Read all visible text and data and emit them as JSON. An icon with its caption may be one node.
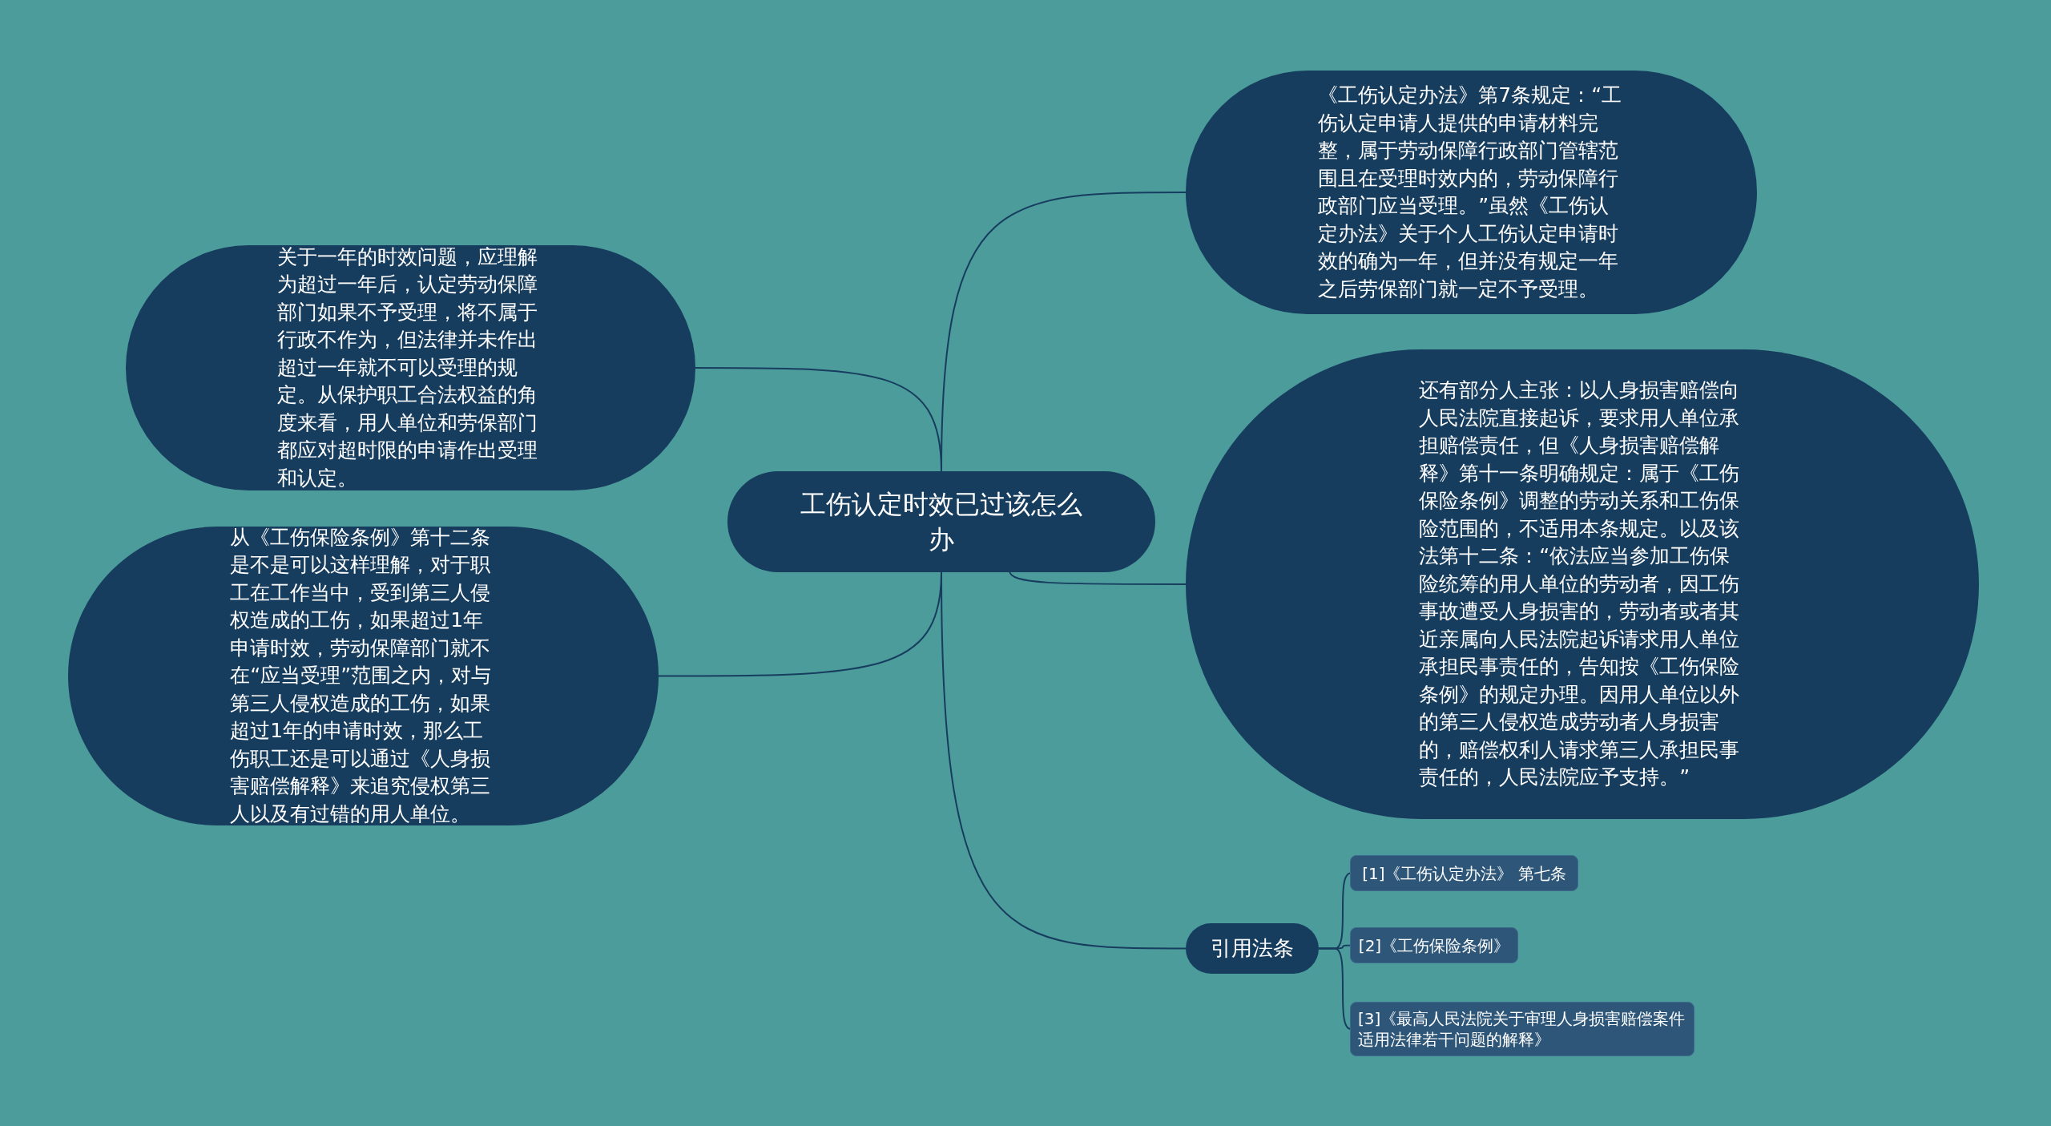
{
  "diagram": {
    "nodes": [
      {
        "text": [
          "工伤认定时效已过该怎么办"
        ]
      },
      {
        "text": [
          "《工伤认定办法》第7条规定：“工伤认定申请人提供的申请材料完整，属于劳动保障行政部门管辖范围且在受理时效内的，劳动保障行政部门应当受理。”虽然《工伤认定办法》关于个人工伤认定申请时效的确为一年，但并没有规定一年之后劳保部门就一定不予受理。"
        ]
      },
      {
        "text": [
          "还有部分人主张：以人身损害赔偿向人民法院直接起诉，要求用人单位承担赔偿责任，但《人身损害赔偿解释》第十一条明确规定：属于《工伤保险条例》调整的劳动关系和工伤保险范围的，不适用本条规定。以及该法第十二条：“依法应当参加工伤保险统筹的用人单位的劳动者，因工伤事故遭受人身损害的，劳动者或者其近亲属向人民法院起诉请求用人单位承担民事责任的，告知按《工伤保险条例》的规定办理。因用人单位以外的第三人侵权造成劳动者人身损害的，赔偿权利人请求第三人承担民事责任的，人民法院应予支持。”"
        ]
      },
      {
        "text": [
          "关于一年的时效问题，应理解为超过一年后，认定劳动保障部门如果不予受理，将不属于行政不作为，但法律并未作出超过一年就不可以受理的规定。从保护职工合法权益的角度来看，用人单位和劳保部门都应对超时限的申请作出受理和认定。"
        ]
      },
      {
        "text": [
          "从《工伤保险条例》第十二条是不是可以这样理解，对于职工在工作当中，受到第三人侵权造成的工伤，如果超过1年申请时效，劳动保障部门就不在“应当受理”范围之内，对与第三人侵权造成的工伤，如果超过1年的申请时效，那么工伤职工还是可以通过《人身损害赔偿解释》来追究侵权第三人以及有过错的用人单位。"
        ]
      },
      {
        "text": [
          "引用法条"
        ]
      },
      {
        "text": [
          "[1]《工伤认定办法》 第七条"
        ]
      },
      {
        "text": [
          "[2]《工伤保险条例》"
        ]
      },
      {
        "text": [
          "[3]《最高人民法院关于审理人身损害赔偿案件适用法律若干问题的解释》"
        ]
      }
    ],
    "edges": [
      {
        "from": 0,
        "to": 1,
        "arrow": "none"
      },
      {
        "from": 0,
        "to": 2,
        "arrow": "none"
      },
      {
        "from": 0,
        "to": 3,
        "arrow": "none"
      },
      {
        "from": 0,
        "to": 4,
        "arrow": "none"
      },
      {
        "from": 0,
        "to": 5,
        "arrow": "none"
      },
      {
        "from": 5,
        "to": 6,
        "arrow": "none"
      },
      {
        "from": 5,
        "to": 7,
        "arrow": "none"
      },
      {
        "from": 5,
        "to": 8,
        "arrow": "none"
      }
    ]
  }
}
